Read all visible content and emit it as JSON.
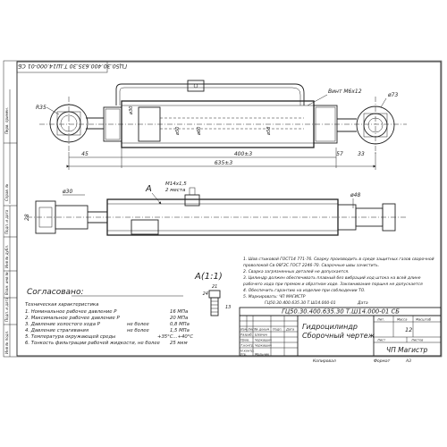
{
  "document_code_rotated": "ГЦ50.30.400.635.30 Т.Ш14.000-01 СБ",
  "title_block": {
    "code": "ГЦ50.30.400.635.30 Т.Ш14.000-01 СБ",
    "name_line1": "Гидроцилиндр",
    "name_line2": "Сборочный чертеж",
    "company": "ЧП Магистр",
    "mass": "12",
    "format_label": "Формат",
    "format_value": "А3",
    "copied_label": "Копировал",
    "col_izm": "Изм",
    "col_list": "Лист",
    "col_doc": "№ докум",
    "col_podp": "Подп.",
    "col_data": "Дата",
    "row_razrab": "Разраб.",
    "row_prov": "Пров.",
    "row_tkontr": "Т.контр.",
    "row_nkontr": "Н.контр.",
    "row_utv": "Утв.",
    "person_1": "Шевчук",
    "person_2": "Черкашин",
    "person_3": "Черкашин",
    "person_5": "Мельник",
    "lit_label": "Лит.",
    "mass_label": "Масса",
    "scale_label": "Масштаб",
    "sheet_label": "Лист",
    "sheets_label": "Листов"
  },
  "side_stamp": {
    "inv_podl": "Инв № подл.",
    "podp_data_1": "Подп. и дата",
    "vzam_inv": "Взам. инв №",
    "inv_dubl": "Инв № дубл.",
    "podp_data_2": "Подп. и дата",
    "sprav": "Справ. №",
    "perv_prim": "Перв. примен."
  },
  "dimensions": {
    "thread": "Винт М6х12",
    "d73": "ø73",
    "r35": "R35",
    "d50": "ø50",
    "d60": "ø60",
    "d30": "ø30",
    "d58": "ø58",
    "l45": "45",
    "l400": "400±3",
    "l635": "635±3",
    "l57": "57",
    "l33": "33",
    "d30b": "ø30",
    "d48": "ø48",
    "l28": "28",
    "port": "М14х1,5",
    "places": "2 места",
    "d21": "21",
    "d24": "24",
    "l13": "13"
  },
  "views": {
    "section_a": "А",
    "view_a_label": "А(1:1)"
  },
  "agreed": "Согласовано:",
  "specs": {
    "heading": "Техническая характеристика",
    "rows": [
      {
        "label": "1. Номинальное рабочее давление  Р ",
        "value": "16 МПа"
      },
      {
        "label": "2. Максимальное рабочее давление Р",
        "value": "20 МПа"
      },
      {
        "label": "3. Давление холостого хода Р",
        "note": "не более",
        "value": "0,8 МПа"
      },
      {
        "label": "4. Давление страгивания",
        "note": "не более",
        "value": "1,5 МПа"
      },
      {
        "label": "5. Температура окружающей среды",
        "value": "+35°С...+40°С"
      },
      {
        "label": "6. Тонкость фильтрации рабочей жидкости, не более",
        "value": "25 мкм"
      }
    ]
  },
  "notes": [
    "1. Шов стыковой ГОСТ14 771-76. Сварку производить в среде защитных газов сварочной",
    "проволокой Св-08Г2С ГОСТ 2246-70. Сварочные швы зачистить.",
    "2. Сварка загрязненных деталей не допускается.",
    "3. Цилиндр должен обеспечивать плавный без вибраций ход штока на всей длине",
    "рабочего хода при прямом и обратном ходе. Заклинивание поршня не допускается",
    "4. Обеспечить гарантию на изделие при соблюдении ТО.",
    "5. Маркировать:   ЧП  МАГИСТР",
    "ГЦ50.30.400.635.30 Т.Ш14.000-01",
    "Дата"
  ]
}
